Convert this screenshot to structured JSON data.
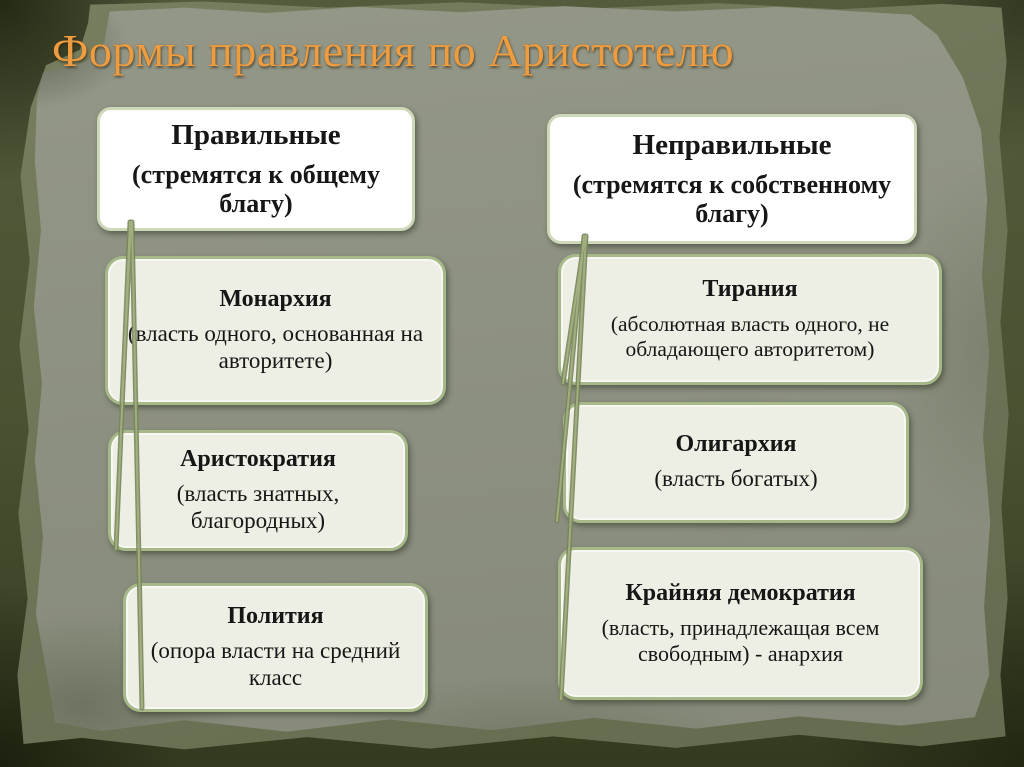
{
  "slide": {
    "title": "Формы правления по Аристотелю",
    "colors": {
      "title_text": "#ed9c40",
      "paper": "#8e9281",
      "frame_dark": "#474e31",
      "header_fill": "#ffffff",
      "header_border": "#cdd9b8",
      "node_fill": "#edefe4",
      "node_border": "#a7b989",
      "connector": "#78855c",
      "text": "#161616"
    }
  },
  "columns": [
    {
      "header": {
        "title": "Правильные",
        "subtitle": "(стремятся к общему благу)"
      },
      "items": [
        {
          "title": "Монархия",
          "description": "(власть одного, основанная на авторитете)"
        },
        {
          "title": "Аристократия",
          "description": "(власть знатных, благородных)"
        },
        {
          "title": "Полития",
          "description": "(опора власти на средний класс"
        }
      ]
    },
    {
      "header": {
        "title": "Неправильные",
        "subtitle": "(стремятся к собственному благу)"
      },
      "items": [
        {
          "title": "Тирания",
          "description": "(абсолютная власть одного, не обладающего авторитетом)"
        },
        {
          "title": "Олигархия",
          "description": "(власть богатых)"
        },
        {
          "title": "Крайняя демократия",
          "description": "(власть, принадлежащая всем свободным) - анархия"
        }
      ]
    }
  ]
}
